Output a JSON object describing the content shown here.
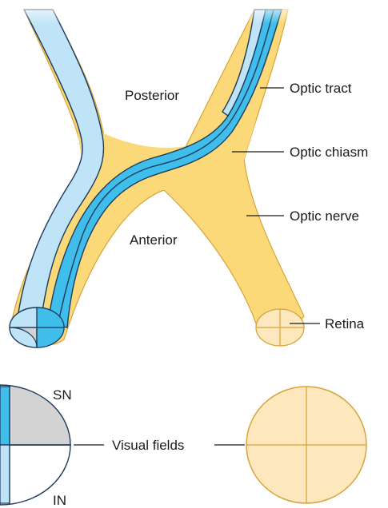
{
  "labels": {
    "posterior": "Posterior",
    "anterior": "Anterior",
    "optic_tract": "Optic tract",
    "optic_chiasm": "Optic chiasm",
    "optic_nerve": "Optic nerve",
    "retina": "Retina",
    "visual_fields": "Visual fields",
    "sn": "SN",
    "in": "IN"
  },
  "colors": {
    "nerve_fill": "#FCD978",
    "nerve_outline": "#D9A23A",
    "fiber_light_blue": "#BFE4F7",
    "fiber_dark_blue": "#3FBDEB",
    "fiber_outline": "#1D3A5C",
    "retina_fill": "#FCE8BC",
    "field_gray": "#D3D3D3",
    "leader_line": "#1a1a1a"
  }
}
